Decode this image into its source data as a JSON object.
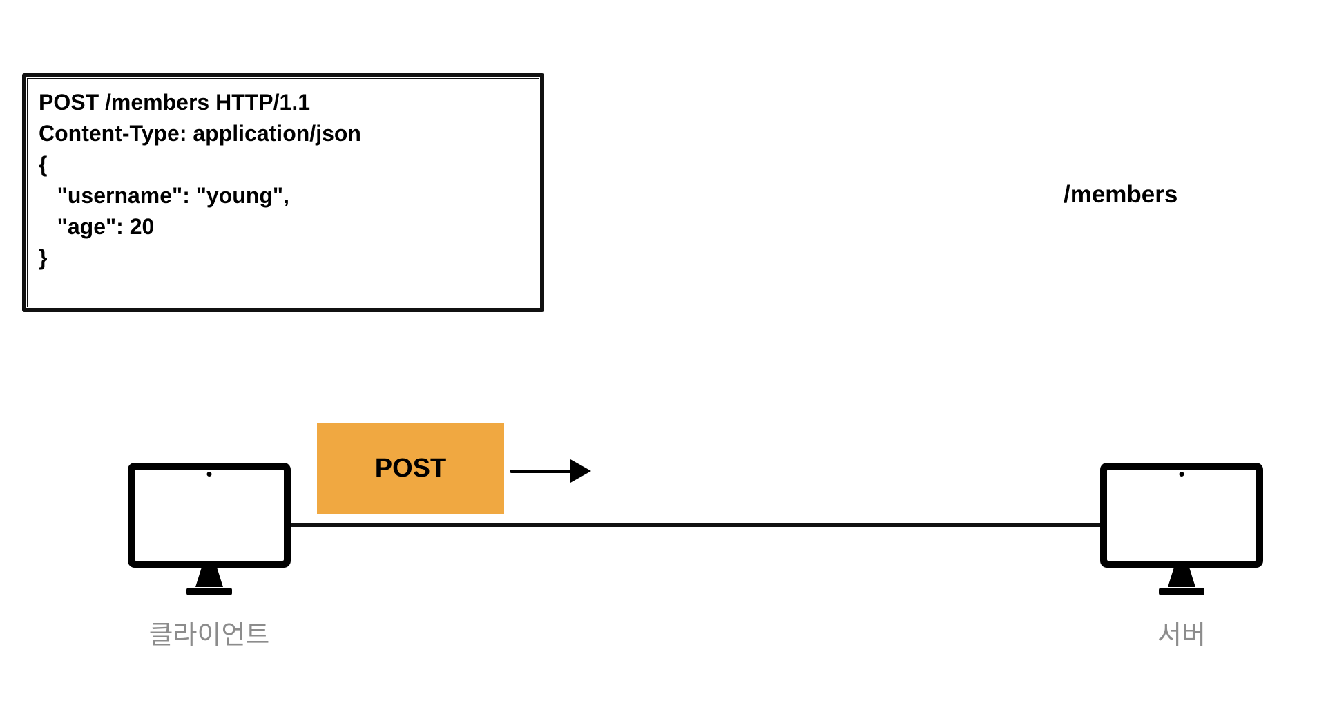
{
  "request_box": {
    "lines": [
      "POST /members HTTP/1.1",
      "Content-Type: application/json",
      "",
      "{",
      "   \"username\": \"young\",",
      "   \"age\": 20",
      "}"
    ]
  },
  "endpoint_label": "/members",
  "post_badge": {
    "label": "POST",
    "color": "#F0A841"
  },
  "nodes": {
    "client_label": "클라이언트",
    "server_label": "서버"
  }
}
